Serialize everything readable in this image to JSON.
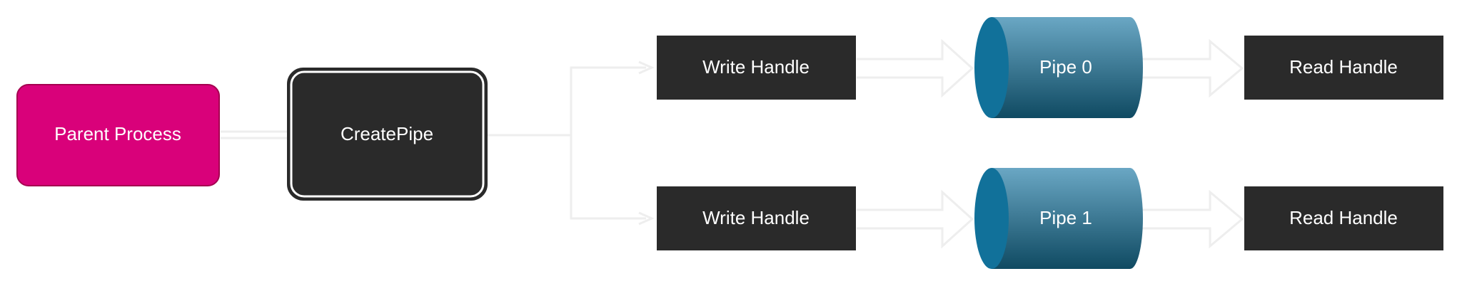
{
  "diagram": {
    "nodes": {
      "parent_process": "Parent Process",
      "create_pipe": "CreatePipe",
      "write_handle_0": "Write Handle",
      "write_handle_1": "Write Handle",
      "pipe_0": "Pipe 0",
      "pipe_1": "Pipe 1",
      "read_handle_0": "Read Handle",
      "read_handle_1": "Read Handle"
    },
    "colors": {
      "parent_process_fill": "#d9017a",
      "parent_process_stroke": "#a50050",
      "dark_node_fill": "#2a2a2a",
      "connector": "#eeeeee",
      "pipe_top": "#6aa7c4",
      "pipe_bottom": "#0f4a62",
      "pipe_face": "#11719a"
    }
  }
}
